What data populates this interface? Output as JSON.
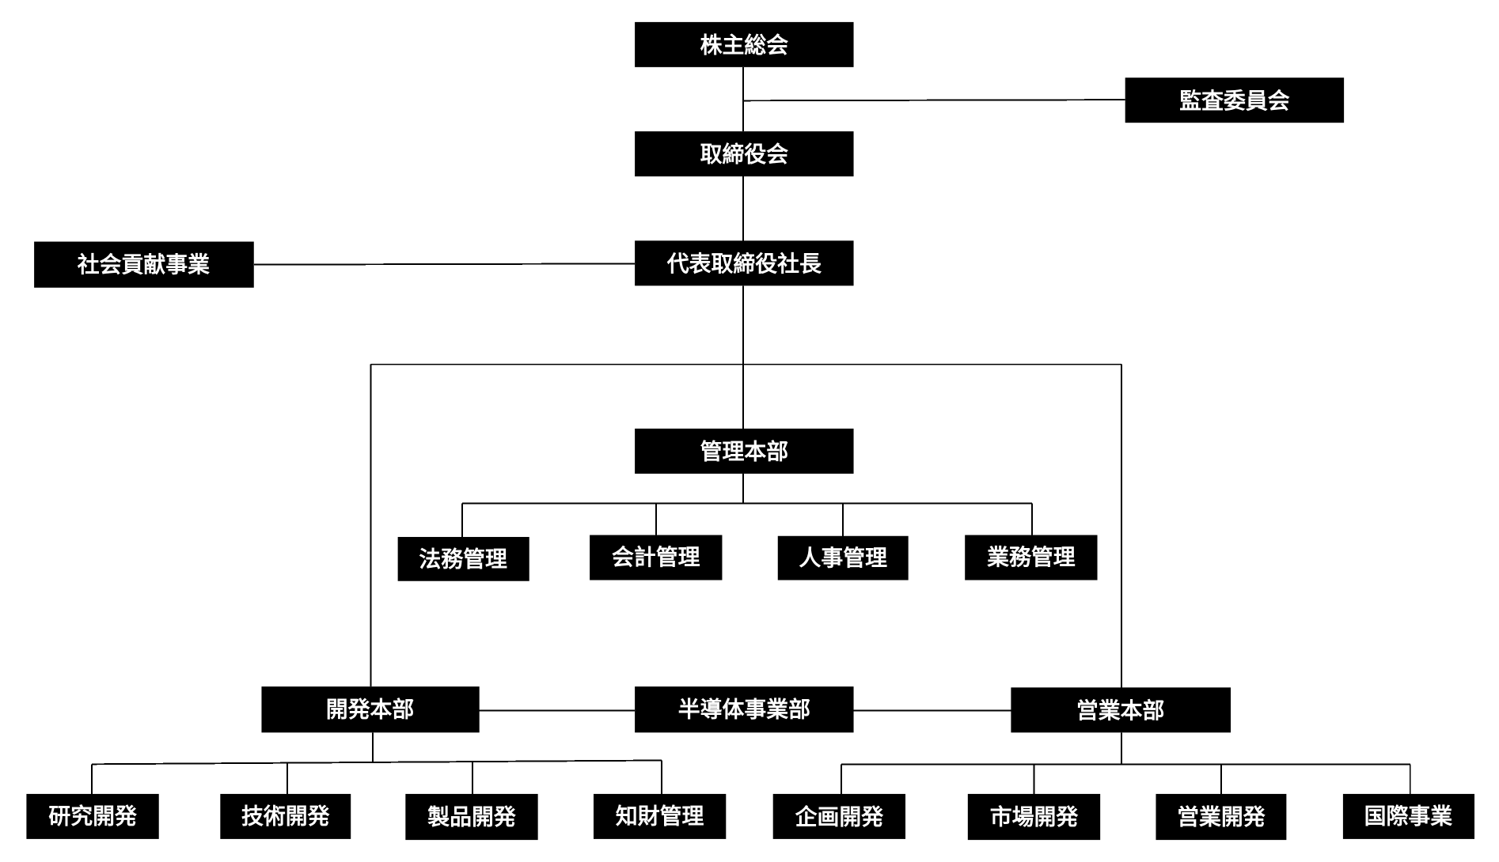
{
  "org": {
    "shareholders_meeting": "株主総会",
    "audit_committee": "監査委員会",
    "board_of_directors": "取締役会",
    "social_contribution": "社会貢献事業",
    "president": "代表取締役社長",
    "admin_hq": "管理本部",
    "admin_units": {
      "legal": "法務管理",
      "accounting": "会計管理",
      "hr": "人事管理",
      "operations": "業務管理"
    },
    "development_hq": "開発本部",
    "semiconductor_division": "半導体事業部",
    "sales_hq": "営業本部",
    "development_units": {
      "research": "研究開発",
      "technology": "技術開発",
      "product": "製品開発",
      "ip": "知財管理"
    },
    "sales_units": {
      "planning": "企画開発",
      "market": "市場開発",
      "sales": "営業開発",
      "international": "国際事業"
    }
  },
  "colors": {
    "box": "#000000",
    "text": "#ffffff",
    "line": "#000000",
    "background": "#ffffff"
  }
}
